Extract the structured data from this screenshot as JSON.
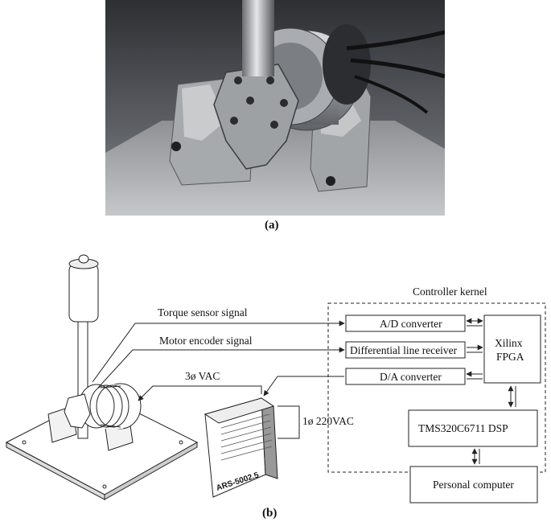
{
  "figure": {
    "caption_a": "(a)",
    "caption_b": "(b)"
  },
  "diagram": {
    "controller_title": "Controller kernel",
    "signals": {
      "torque": "Torque sensor signal",
      "encoder": "Motor encoder signal",
      "vac3": "3ø VAC",
      "vac1": "1ø 220VAC"
    },
    "boxes": {
      "ad": "A/D converter",
      "diff": "Differential line receiver",
      "da": "D/A converter",
      "fpga_line1": "Xilinx",
      "fpga_line2": "FPGA",
      "dsp": "TMS320C6711 DSP",
      "pc": "Personal computer"
    },
    "amplifier_label": "ARS-5002.5"
  },
  "colors": {
    "photo_background": "#4e5055",
    "metal": "#b9bcbf",
    "line": "#222222"
  }
}
